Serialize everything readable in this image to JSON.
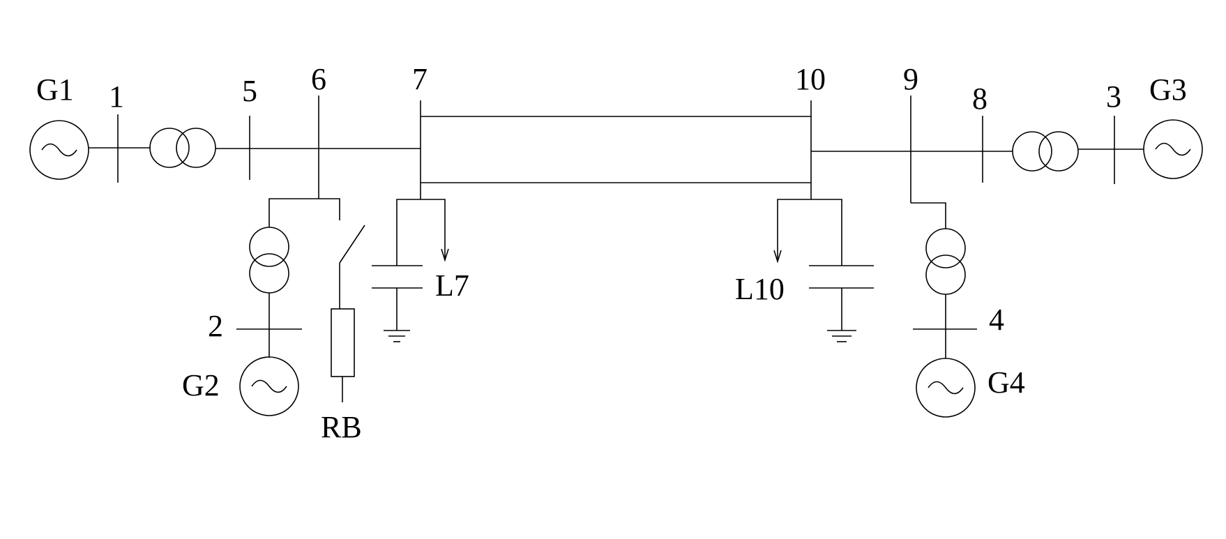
{
  "labels": {
    "g1": "G1",
    "g2": "G2",
    "g3": "G3",
    "g4": "G4",
    "bus1": "1",
    "bus2": "2",
    "bus3": "3",
    "bus4": "4",
    "bus5": "5",
    "bus6": "6",
    "bus7": "7",
    "bus8": "8",
    "bus9": "9",
    "bus10": "10",
    "load7": "L7",
    "load10": "L10",
    "rb": "RB"
  },
  "colors": {
    "line": "#000000",
    "background": "#ffffff"
  },
  "icons": {
    "generator": "generator-icon",
    "transformer": "transformer-icon",
    "capacitor": "capacitor-icon",
    "ground": "ground-icon",
    "load": "load-arrow-icon",
    "breaker": "switch-icon",
    "resistor": "resistor-icon"
  }
}
